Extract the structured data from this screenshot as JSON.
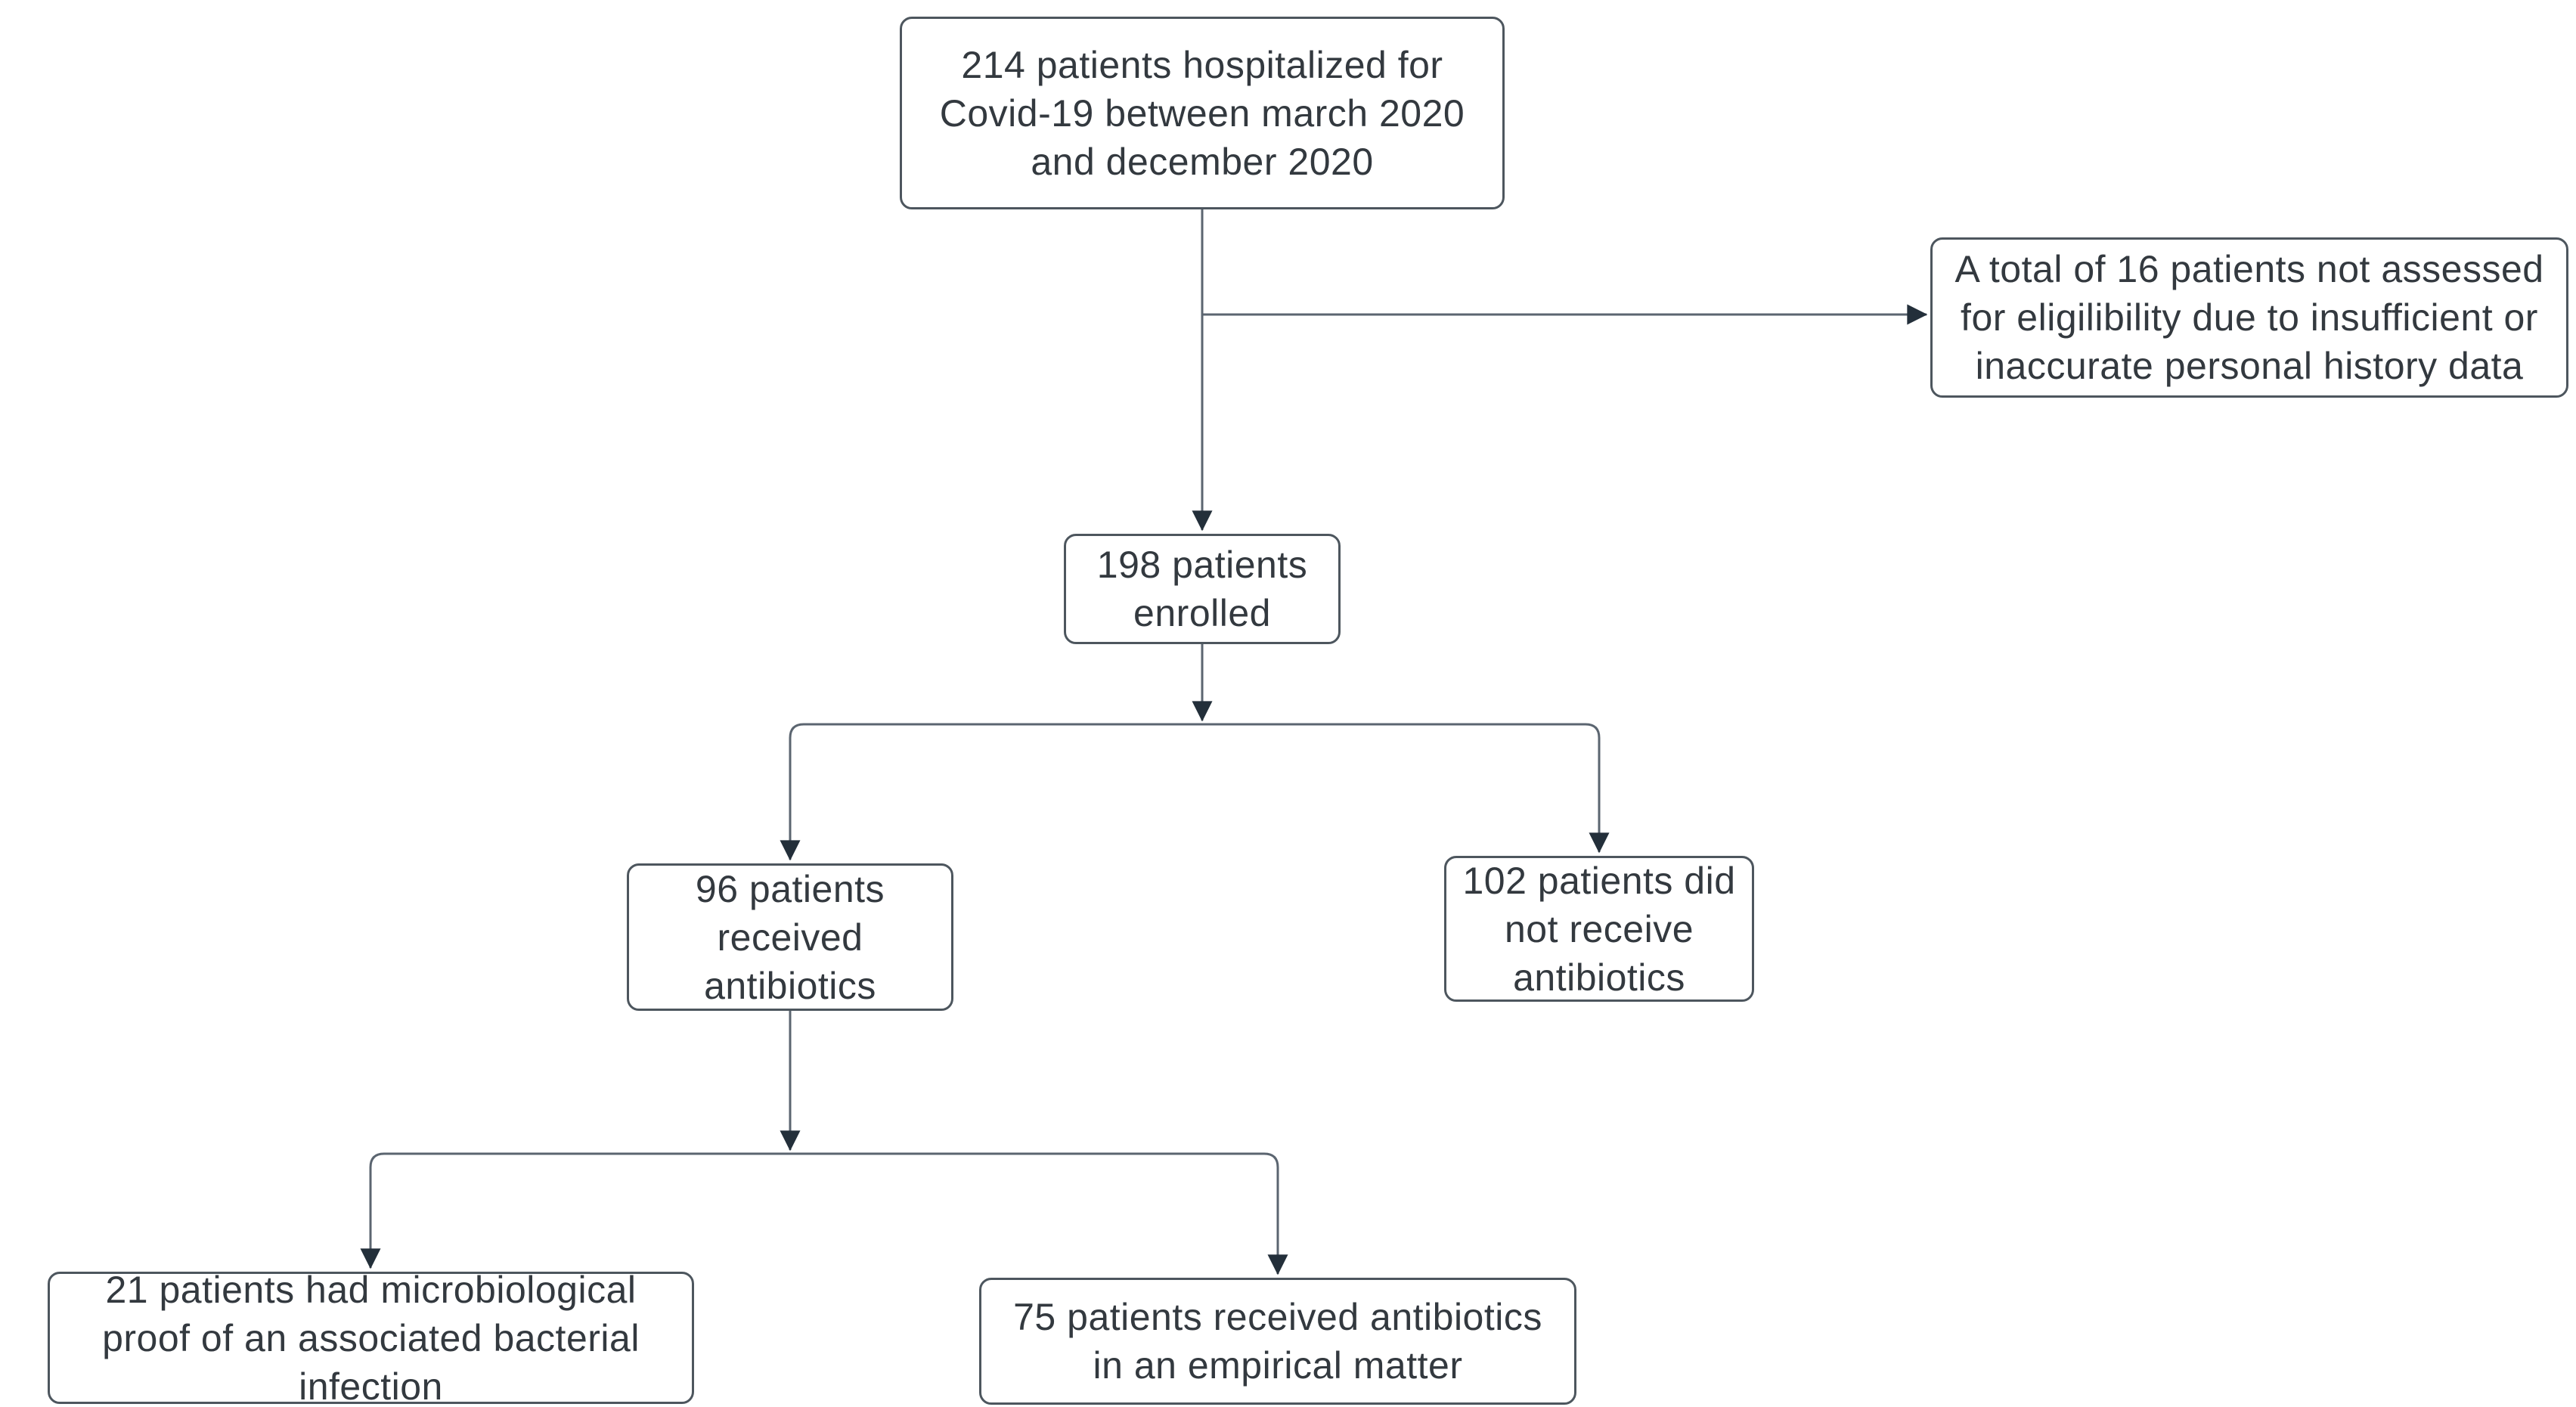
{
  "diagram": {
    "type": "flowchart",
    "background": "#ffffff",
    "nodes": {
      "hospitalized": {
        "count": 214,
        "label": "214 patients hospitalized for\nCovid-19 between march 2020\nand december 2020"
      },
      "not_assessed": {
        "count": 16,
        "label": "A total of 16 patients not assessed\nfor eligilibility due to insufficient or\ninaccurate personal history data"
      },
      "enrolled": {
        "count": 198,
        "label": "198 patients\nenrolled"
      },
      "antibiotics": {
        "count": 96,
        "label": "96 patients\nreceived\nantibiotics"
      },
      "no_antibiotics": {
        "count": 102,
        "label": "102 patients did\nnot receive\nantibiotics"
      },
      "microbiological": {
        "count": 21,
        "label": "21 patients had microbiological\nproof of an associated bacterial\ninfection"
      },
      "empirical": {
        "count": 75,
        "label": "75 patients received antibiotics\nin an empirical matter"
      }
    },
    "edges": [
      {
        "from": "hospitalized",
        "to": "not_assessed"
      },
      {
        "from": "hospitalized",
        "to": "enrolled"
      },
      {
        "from": "enrolled",
        "to": "antibiotics"
      },
      {
        "from": "enrolled",
        "to": "no_antibiotics"
      },
      {
        "from": "antibiotics",
        "to": "microbiological"
      },
      {
        "from": "antibiotics",
        "to": "empirical"
      }
    ],
    "colors": {
      "box_fill": "#ffffff",
      "box_border": "#4d565e",
      "text": "#33393f",
      "line": "#5b6570",
      "arrowhead": "#232f3a"
    }
  }
}
